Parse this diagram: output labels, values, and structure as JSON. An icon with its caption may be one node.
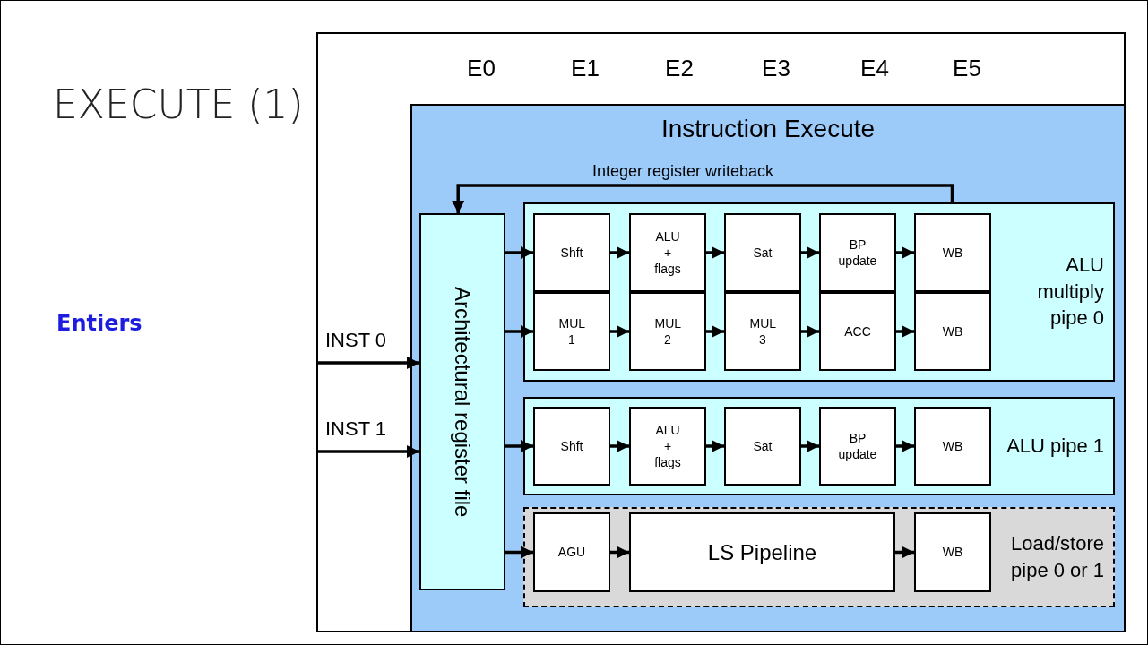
{
  "diagram": {
    "title": "EXECUTE (1)",
    "nodes": [
      {
        "text": [
          "Instruction Execute"
        ]
      },
      {
        "text": [
          "Architectural register file"
        ],
        "in": 0
      },
      {
        "text": [
          "ALU multiply pipe 0"
        ],
        "in": 0
      },
      {
        "text": [
          "Shft"
        ],
        "in": 2
      },
      {
        "text": [
          "ALU + flags"
        ],
        "in": 2
      },
      {
        "text": [
          "Sat"
        ],
        "in": 2
      },
      {
        "text": [
          "BP update"
        ],
        "in": 2
      },
      {
        "text": [
          "WB"
        ],
        "in": 2
      },
      {
        "text": [
          "MUL 1"
        ],
        "in": 2
      },
      {
        "text": [
          "MUL 2"
        ],
        "in": 2
      },
      {
        "text": [
          "MUL 3"
        ],
        "in": 2
      },
      {
        "text": [
          "ACC"
        ],
        "in": 2
      },
      {
        "text": [
          "WB"
        ],
        "in": 2
      },
      {
        "text": [
          "ALU pipe 1"
        ],
        "in": 0
      },
      {
        "text": [
          "Shft"
        ],
        "in": 13
      },
      {
        "text": [
          "ALU + flags"
        ],
        "in": 13
      },
      {
        "text": [
          "Sat"
        ],
        "in": 13
      },
      {
        "text": [
          "BP update"
        ],
        "in": 13
      },
      {
        "text": [
          "WB"
        ],
        "in": 13
      },
      {
        "text": [
          "Load/store pipe 0 or 1"
        ],
        "in": 0
      },
      {
        "text": [
          "AGU"
        ],
        "in": 19
      },
      {
        "text": [
          "LS Pipeline"
        ],
        "in": 19
      },
      {
        "text": [
          "WB"
        ],
        "in": 19
      }
    ],
    "edges": [
      {
        "from": null,
        "to": 1,
        "arrow": "to",
        "label": "INST 0"
      },
      {
        "from": null,
        "to": 1,
        "arrow": "to",
        "label": "INST 1"
      },
      {
        "from": 2,
        "to": 1,
        "arrow": "to",
        "label": "Integer register writeback"
      },
      {
        "from": 1,
        "to": 3,
        "arrow": "to"
      },
      {
        "from": 1,
        "to": 8,
        "arrow": "to"
      },
      {
        "from": 1,
        "to": 14,
        "arrow": "to"
      },
      {
        "from": 1,
        "to": 20,
        "arrow": "to"
      },
      {
        "from": 3,
        "to": 4,
        "arrow": "to"
      },
      {
        "from": 4,
        "to": 5,
        "arrow": "to"
      },
      {
        "from": 5,
        "to": 6,
        "arrow": "to"
      },
      {
        "from": 6,
        "to": 7,
        "arrow": "to"
      },
      {
        "from": 8,
        "to": 9,
        "arrow": "to"
      },
      {
        "from": 9,
        "to": 10,
        "arrow": "to"
      },
      {
        "from": 10,
        "to": 11,
        "arrow": "to"
      },
      {
        "from": 11,
        "to": 12,
        "arrow": "to"
      },
      {
        "from": 14,
        "to": 15,
        "arrow": "to"
      },
      {
        "from": 15,
        "to": 16,
        "arrow": "to"
      },
      {
        "from": 16,
        "to": 17,
        "arrow": "to"
      },
      {
        "from": 17,
        "to": 18,
        "arrow": "to"
      },
      {
        "from": 20,
        "to": 21,
        "arrow": "to"
      },
      {
        "from": 21,
        "to": 22,
        "arrow": "to"
      }
    ],
    "labels": [
      "Entiers",
      "E0",
      "E1",
      "E2",
      "E3",
      "E4",
      "E5"
    ]
  }
}
